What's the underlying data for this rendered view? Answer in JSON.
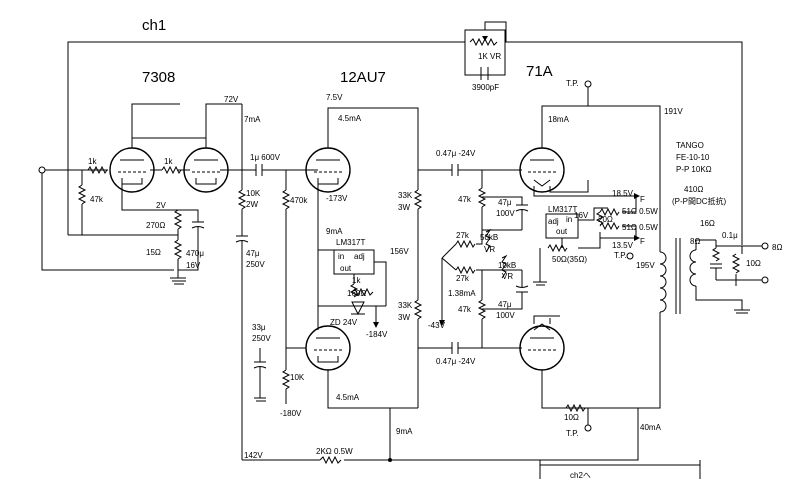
{
  "title": {
    "channel": "ch1",
    "tube_input": "7308",
    "tube_driver": "12AU7",
    "tube_output": "71A",
    "ch2_link": "ch2へ"
  },
  "labels": {
    "v72": "72V",
    "ma7": "7mA",
    "v7_5": "7.5V",
    "ma4_5_top": "4.5mA",
    "k1a": "1k",
    "k1b": "1k",
    "k47": "47k",
    "v2": "2V",
    "r270": "270Ω",
    "r15": "15Ω",
    "c470": "470μ",
    "c470v": "16V",
    "c47": "47μ",
    "c47v": "250V",
    "c1u": "1μ 600V",
    "r10k": "10K",
    "r10k_w": "2W",
    "r470k": "470k",
    "v173": "-173V",
    "ma9": "9mA",
    "lm317_a": "LM317T",
    "in_a": "in",
    "adj_a": "adj",
    "out_a": "out",
    "r1k": "1k",
    "r160": "160Ω",
    "zd": "ZD 24V",
    "v184": "-184V",
    "v156": "156V",
    "c33": "33μ",
    "c33v": "250V",
    "r10k2": "10K",
    "v180": "-180V",
    "ma4_5_bot": "4.5mA",
    "ma9_bot": "9mA",
    "v142": "142V",
    "r2k": "2KΩ 0.5W",
    "r33k_a": "33K",
    "r33k_a_w": "3W",
    "r33k_b": "33K",
    "r33k_b_w": "3W",
    "v43": "-43V",
    "c047_top": "0.47μ  -24V",
    "c047_bot": "0.47μ  -24V",
    "r47k_a": "47k",
    "r47k_b": "47k",
    "c47_a": "47μ",
    "c47_a_v": "100V",
    "c47_b": "47μ",
    "c47_b_v": "100V",
    "r27k_a": "27k",
    "r27k_b": "27k",
    "vr50k": "50kB",
    "vr50k_b": "VR",
    "vr10k": "10kB",
    "vr10k_b": "VR",
    "ma1_38": "1.38mA",
    "lm317_b": "LM317T",
    "adj_b": "adj",
    "in_b": "in",
    "out_b": "out",
    "v16": "16V",
    "r20": "20Ω",
    "r50": "50Ω(35Ω)",
    "ma18": "18mA",
    "tp_top": "T.P.",
    "tp_mid": "T.P.",
    "tp_bot": "T.P.",
    "v18_5": "18.5V",
    "f1": "F",
    "f2": "F",
    "v13_5": "13.5V",
    "r51a": "51Ω 0.5W",
    "r51b": "51Ω 0.5W",
    "r10_bot": "10Ω",
    "v191": "191V",
    "v195": "195V",
    "ma40": "40mA",
    "tango": "TANGO",
    "fe": "FE-10-10",
    "pp": "P-P 10KΩ",
    "r410": "410Ω",
    "dc_note": "(P-P間DC抵抗)",
    "r16": "16Ω",
    "r8": "8Ω",
    "c01": "0.1μ",
    "r10_out": "10Ω",
    "out8": "8Ω",
    "vr1k": "1K VR",
    "c3900": "3900pF"
  }
}
